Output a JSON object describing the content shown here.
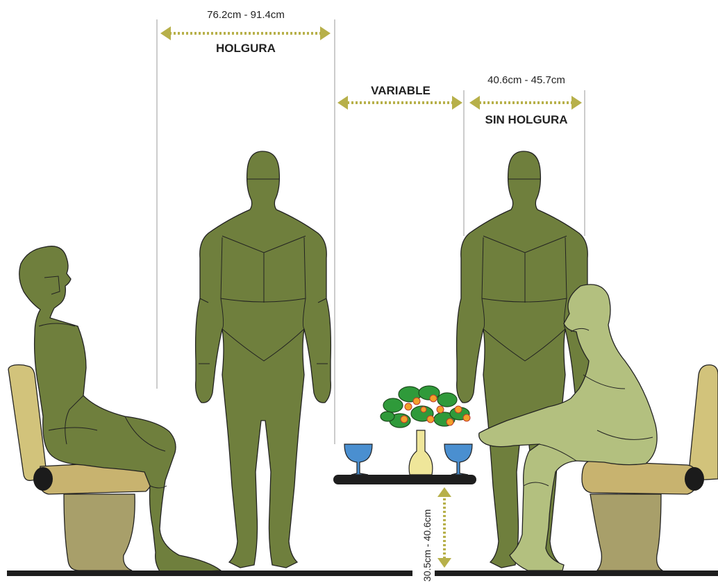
{
  "dimensions": {
    "holgura_range": "76.2cm - 91.4cm",
    "holgura_label": "HOLGURA",
    "variable_label": "VARIABLE",
    "sin_holgura_range": "40.6cm - 45.7cm",
    "sin_holgura_label": "SIN HOLGURA",
    "table_height": "30.5cm - 40.6cm"
  },
  "colors": {
    "figure": "#6f7f3d",
    "figure_light": "#b3c07f",
    "arrow": "#b7b04a",
    "seat": "#d2c37b",
    "glass": "#4a8fd0",
    "vase": "#efe69a",
    "leaves": "#2f9a3a",
    "flowers": "#f2a12a"
  },
  "icons": [
    "seated-person-icon",
    "standing-person-icon",
    "bending-person-icon",
    "chair-icon",
    "table-icon",
    "wine-glass-icon",
    "flower-vase-icon"
  ]
}
